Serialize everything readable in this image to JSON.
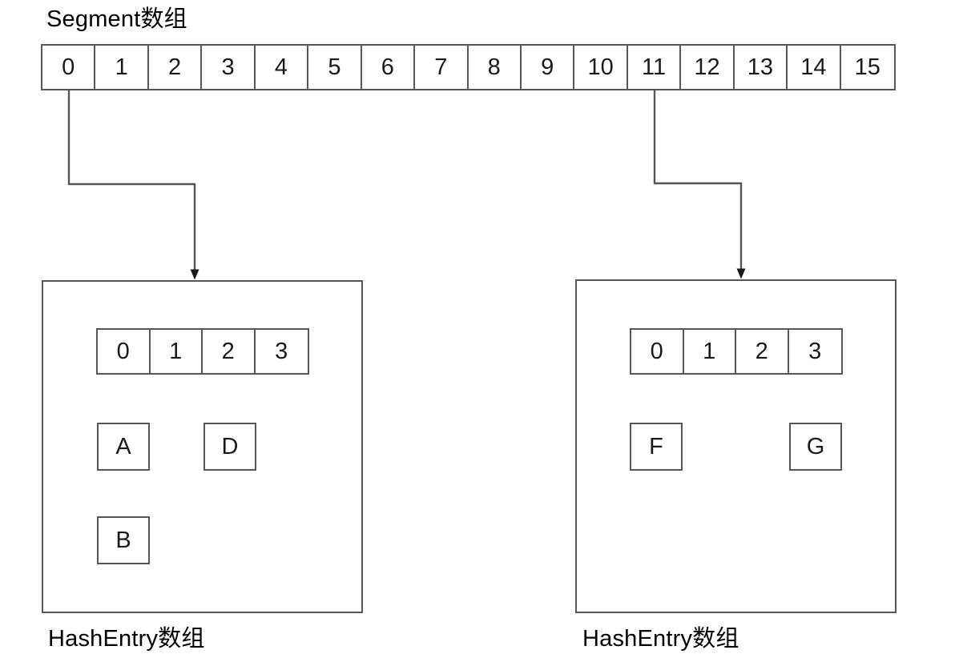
{
  "diagram": {
    "title": "Segment数组",
    "segment_array": {
      "label": "Segment数组",
      "cells": [
        "0",
        "1",
        "2",
        "3",
        "4",
        "5",
        "6",
        "7",
        "8",
        "9",
        "10",
        "11",
        "12",
        "13",
        "14",
        "15"
      ],
      "linked_cells": [
        "0",
        "11"
      ]
    },
    "entry_groups": [
      {
        "id": "left",
        "caption": "HashEntry数组",
        "source_segment_index": "0",
        "bucket_cells": [
          "0",
          "1",
          "2",
          "3"
        ],
        "chains": [
          {
            "bucket": "0",
            "nodes": [
              "A",
              "B"
            ]
          },
          {
            "bucket": "2",
            "nodes": [
              "D"
            ]
          }
        ]
      },
      {
        "id": "right",
        "caption": "HashEntry数组",
        "source_segment_index": "11",
        "bucket_cells": [
          "0",
          "1",
          "2",
          "3"
        ],
        "chains": [
          {
            "bucket": "0",
            "nodes": [
              "F"
            ]
          },
          {
            "bucket": "3",
            "nodes": [
              "G"
            ]
          }
        ]
      }
    ],
    "nodes": {
      "a": "A",
      "b": "B",
      "d": "D",
      "f": "F",
      "g": "G"
    },
    "colors": {
      "stroke": "#565656",
      "arrow": "#1a1a1a",
      "text": "#1a1a1a",
      "background": "#ffffff"
    }
  }
}
